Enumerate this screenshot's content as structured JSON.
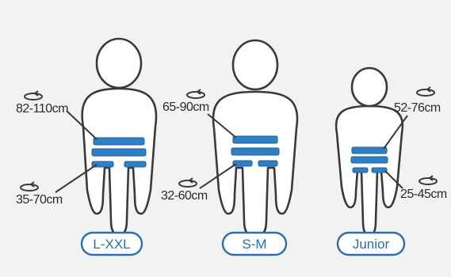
{
  "colors": {
    "belt": "#2f7fc4",
    "belt_dark": "#1f5f99",
    "outline": "#3a3a3a",
    "badge": "#2a6fb0",
    "background": "#f2f2f0"
  },
  "figures": [
    {
      "size": "L-XXL",
      "waist": "82-110cm",
      "thigh": "35-70cm"
    },
    {
      "size": "S-M",
      "waist": "65-90cm",
      "thigh": "32-60cm"
    },
    {
      "size": "Junior",
      "waist": "52-76cm",
      "thigh": "25-45cm"
    }
  ],
  "icons": {
    "measure": "circumference-loop-icon"
  }
}
